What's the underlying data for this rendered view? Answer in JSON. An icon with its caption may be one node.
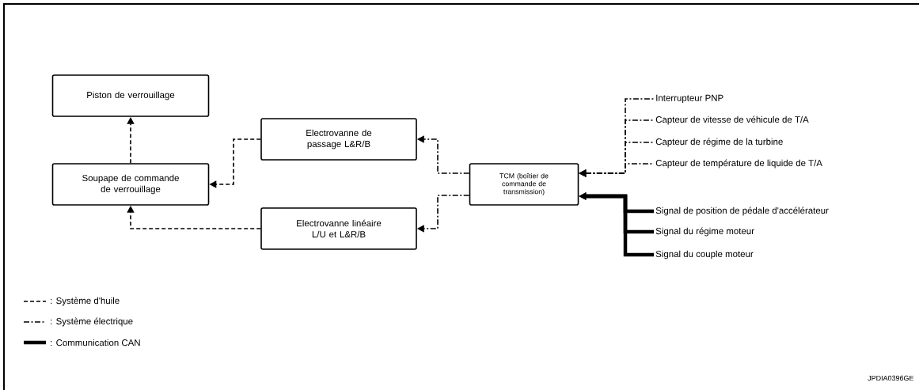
{
  "diagram": {
    "nodes": [
      {
        "text": [
          "Piston de verrouillage"
        ]
      },
      {
        "text": [
          "Soupape de commande de verrouillage"
        ]
      },
      {
        "text": [
          "Electrovanne de passage L&R/B"
        ]
      },
      {
        "text": [
          "Electrovanne linéaire L/U et L&R/B"
        ]
      },
      {
        "text": [
          "TCM (boîtier de commande de transmission)"
        ]
      },
      {
        "text": [
          "Interrupteur PNP"
        ]
      },
      {
        "text": [
          "Capteur de vitesse de véhicule de T/A"
        ]
      },
      {
        "text": [
          "Capteur de régime de la turbine"
        ]
      },
      {
        "text": [
          "Capteur de température de liquide de T/A"
        ]
      },
      {
        "text": [
          "Signal de position de pédale d'accélérateur"
        ]
      },
      {
        "text": [
          "Signal du régime moteur"
        ]
      },
      {
        "text": [
          "Signal du couple moteur"
        ]
      }
    ],
    "edges": [
      {
        "from": 1,
        "to": 0,
        "arrow": "to",
        "style": "dashed"
      },
      {
        "from": 2,
        "to": 1,
        "arrow": "to",
        "style": "dashed"
      },
      {
        "from": 3,
        "to": 1,
        "arrow": "to",
        "style": "dashed"
      },
      {
        "from": 4,
        "to": 2,
        "arrow": "to",
        "style": "dashed"
      },
      {
        "from": 4,
        "to": 3,
        "arrow": "to",
        "style": "dashed"
      },
      {
        "from": 5,
        "to": 4,
        "arrow": "to",
        "style": "dashed"
      },
      {
        "from": 6,
        "to": 4,
        "arrow": "to",
        "style": "dashed"
      },
      {
        "from": 7,
        "to": 4,
        "arrow": "to",
        "style": "dashed"
      },
      {
        "from": 8,
        "to": 4,
        "arrow": "to",
        "style": "dashed"
      },
      {
        "from": 9,
        "to": 4,
        "arrow": "to",
        "style": "thick"
      },
      {
        "from": 10,
        "to": 4,
        "arrow": "to",
        "style": "thick"
      },
      {
        "from": 11,
        "to": 4,
        "arrow": "to",
        "style": "thick"
      }
    ],
    "labels": [
      "JPDIA0396GE"
    ],
    "legend": [
      {
        "text": ": Système d'huile"
      },
      {
        "text": ": Système électrique"
      },
      {
        "text": ": Communication CAN"
      }
    ]
  }
}
